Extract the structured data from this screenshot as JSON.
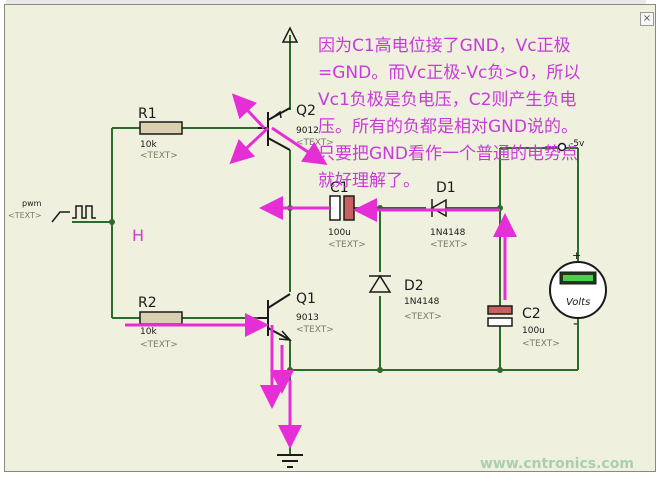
{
  "components": {
    "r1": {
      "ref": "R1",
      "value": "10k",
      "text": "<TEXT>"
    },
    "r2": {
      "ref": "R2",
      "value": "10k",
      "text": "<TEXT>"
    },
    "q1": {
      "ref": "Q1",
      "value": "9013",
      "text": "<TEXT>"
    },
    "q2": {
      "ref": "Q2",
      "value": "9012",
      "text": "<TEXT>"
    },
    "c1": {
      "ref": "C1",
      "value": "100u",
      "text": "<TEXT>"
    },
    "c2": {
      "ref": "C2",
      "value": "100u",
      "text": "<TEXT>"
    },
    "d1": {
      "ref": "D1",
      "value": "1N4148",
      "text": "<TEXT>"
    },
    "d2": {
      "ref": "D2",
      "value": "1N4148",
      "text": "<TEXT>"
    },
    "pwm": {
      "label": "pwm",
      "text": "<TEXT>"
    },
    "voltmeter": {
      "label": "Volts",
      "display": "-5v",
      "plus": "+",
      "minus": "-"
    }
  },
  "node_label": "H",
  "annotation": [
    "因为C1高电位接了GND，Vc正极",
    "=GND。而Vc正极-Vc负>0，所以",
    "Vc1负极是负电压，C2则产生负电",
    "压。所有的负都是相对GND说的。",
    "只要把GND看作一个普通的电势点",
    "就好理解了。"
  ],
  "watermark": "www.cntronics.com",
  "window": {
    "close": "×"
  },
  "colors": {
    "wire": "#2d6b2d",
    "component": "#1a1a1a",
    "resistor_fill": "#d8d0b0",
    "annotation": "#d63ad8",
    "arrow": "#e62ed6",
    "canvas": "#f0f0df"
  }
}
